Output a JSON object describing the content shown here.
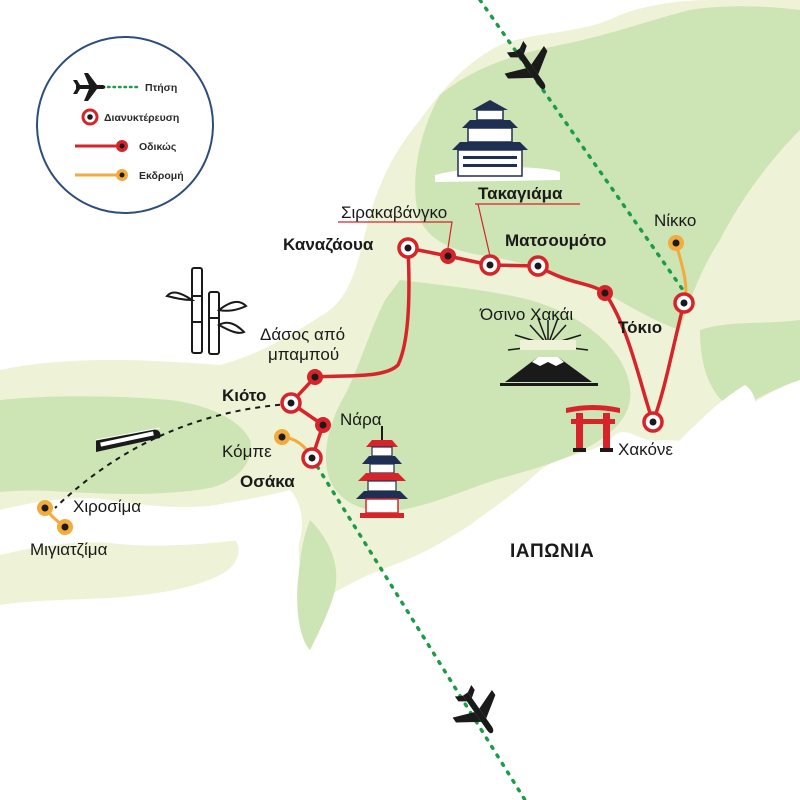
{
  "country_label": "ΙΑΠΩΝΙΑ",
  "legend": {
    "flight": "Πτήση",
    "overnight": "Διανυκτέρευση",
    "road": "Οδικώς",
    "excursion": "Εκδρομή"
  },
  "cities": {
    "kanazawa": "Καναζάουα",
    "shirakawago": "Σιρακαβάνγκο",
    "takayama": "Τακαγιάμα",
    "matsumoto": "Ματσουμότο",
    "osino_hakai": "Όσινο Χακάι",
    "tokyo": "Τόκιο",
    "nikko": "Νίκκο",
    "hakone": "Χακόνε",
    "bamboo_forest_line1": "Δάσος από",
    "bamboo_forest_line2": "μπαμπού",
    "kyoto": "Κιότο",
    "nara": "Νάρα",
    "kobe": "Κόμπε",
    "osaka": "Οσάκα",
    "hiroshima": "Χιροσίμα",
    "miyajima": "Μιγιατζίμα"
  },
  "colors": {
    "land": "#eef2d6",
    "land_green": "#cde4b4",
    "sea": "#ffffff",
    "road": "#d7242a",
    "excursion": "#f2ab3c",
    "flight": "#1c9c4a",
    "marker_dark": "#1a1a1a"
  }
}
